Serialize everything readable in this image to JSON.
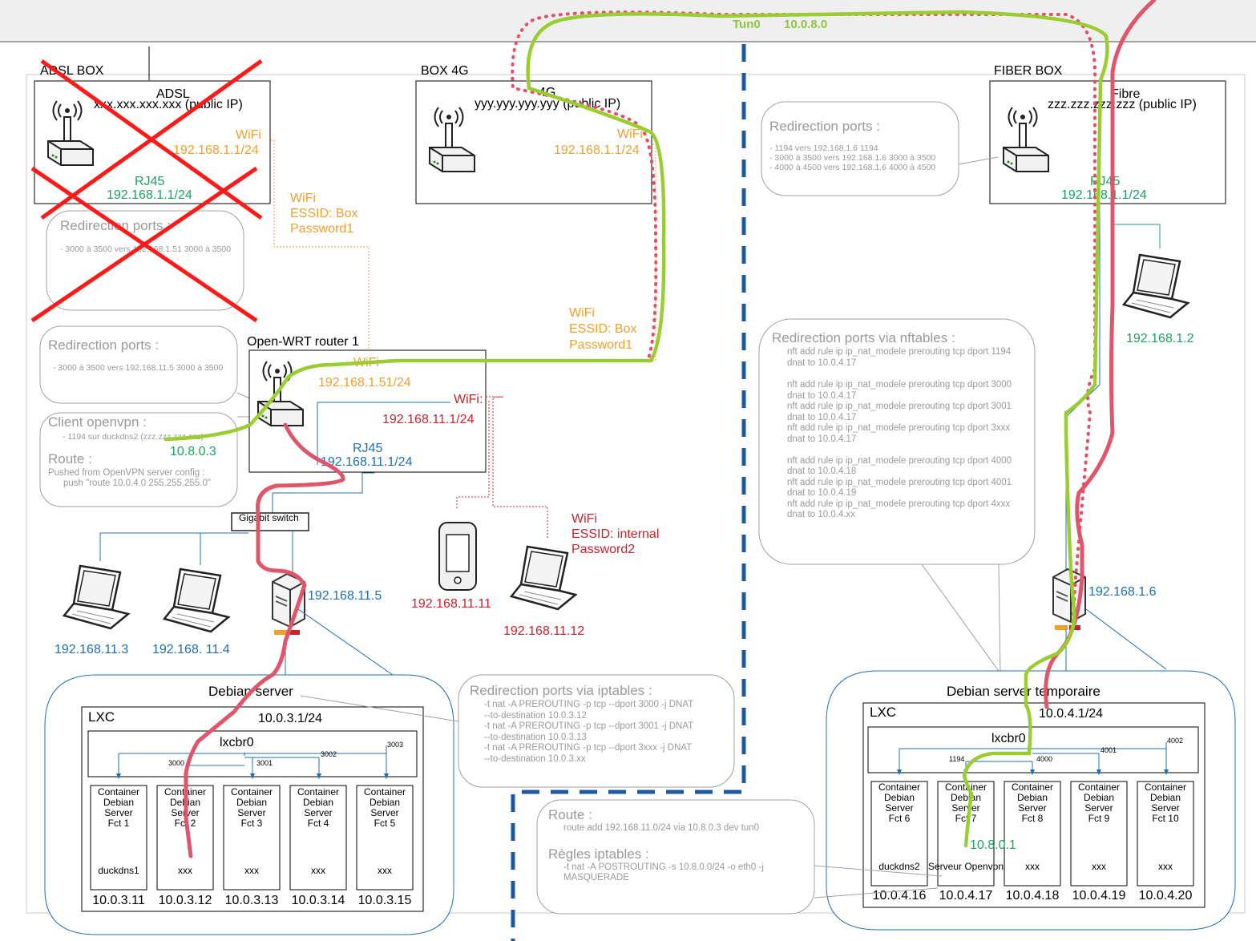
{
  "tunnel": {
    "name": "Tun0",
    "network": "10.0.8.0"
  },
  "adsl": {
    "section_label": "ADSL BOX",
    "title": "ADSL",
    "public_ip": "xxx.xxx.xxx.xxx (public IP)",
    "wifi_label": "WiFi",
    "wifi_ip": "192.168.1.1/24",
    "rj45_label": "RJ45",
    "rj45_ip": "192.168.1.1/24",
    "redirect_title": "Redirection ports :",
    "redirect_lines": [
      "- 3000 à 3500 vers 192.168.1.51 3000 à 3500"
    ],
    "wifi_ssid_lines": [
      "WiFi",
      "ESSID: Box",
      "Password1"
    ]
  },
  "box4g": {
    "section_label": "BOX 4G",
    "title": "4G",
    "public_ip": "yyy.yyy.yyy.yyy (public IP)",
    "wifi_label": "WiFi",
    "wifi_ip": "192.168.1.1/24",
    "wifi_ssid_lines": [
      "WiFi",
      "ESSID: Box",
      "Password1"
    ]
  },
  "fiber": {
    "section_label": "FIBER BOX",
    "title": "Fibre",
    "public_ip": "zzz.zzz.zzz.zzz (public IP)",
    "rj45_label": "RJ45",
    "rj45_ip": "192.168.1.1/24",
    "redirect_title": "Redirection ports :",
    "redirect_lines": [
      "- 1194 vers 192.168.1.6 1194",
      "- 3000 à 3500 vers 192.168.1.6 3000 à 3500",
      "- 4000 à 4500 vers 192.168.1.6 4000 à 4500"
    ],
    "laptop_ip": "192.168.1.2"
  },
  "router": {
    "title": "Open-WRT router 1",
    "wifi_label": "WiFi",
    "wifi_ip": "192.168.1.51/24",
    "wifi2_label": "WiFi:",
    "wifi2_ip": "192.168.11.1/24",
    "rj45_label": "RJ45",
    "rj45_ip": "192.168.11.1/24",
    "tun_ip": "10.8.0.3",
    "redirect_title": "Redirection ports :",
    "redirect_lines": [
      "- 3000 à 3500 vers 192.168.11.5 3000 à 3500"
    ],
    "openvpn_title": "Client openvpn :",
    "openvpn_lines": [
      "- 1194 sur duckdns2 (zzz.zzz.zzz.zzz)"
    ],
    "route_title": "Route :",
    "route_lines": [
      "Pushed from OpenVPN server config :",
      "push \"route 10.0.4.0 255.255.255.0\""
    ]
  },
  "lan": {
    "switch_label": "Gigabit switch",
    "laptop1_ip": "192.168.11.3",
    "laptop2_ip": "192.168. 11.4",
    "server_ip": "192.168.11.5",
    "phone_ip": "192.168.11.11",
    "laptop3_ip": "192.168.11.12",
    "internal_wifi_lines": [
      "WiFi",
      "ESSID: internal",
      "Password2"
    ]
  },
  "debian": {
    "title": "Debian server",
    "lxc_label": "LXC",
    "lxc_net": "10.0.3.1/24",
    "bridge": "lxcbr0",
    "ports": [
      "3000",
      "3001",
      "3002",
      "3003"
    ],
    "containers": [
      {
        "lines": [
          "Container",
          "Debian",
          "Server",
          "Fct 1"
        ],
        "app": "duckdns1",
        "ip": "10.0.3.11"
      },
      {
        "lines": [
          "Container",
          "Debian",
          "Server",
          "Fct 2"
        ],
        "app": "xxx",
        "ip": "10.0.3.12"
      },
      {
        "lines": [
          "Container",
          "Debian",
          "Server",
          "Fct 3"
        ],
        "app": "xxx",
        "ip": "10.0.3.13"
      },
      {
        "lines": [
          "Container",
          "Debian",
          "Server",
          "Fct 4"
        ],
        "app": "xxx",
        "ip": "10.0.3.14"
      },
      {
        "lines": [
          "Container",
          "Debian",
          "Server",
          "Fct 5"
        ],
        "app": "xxx",
        "ip": "10.0.3.15"
      }
    ],
    "iptables_title": "Redirection ports via iptables :",
    "iptables_lines": [
      "-t nat -A PREROUTING -p tcp --dport 3000 -j DNAT",
      "--to-destination 10.0.3.12",
      "-t nat -A PREROUTING -p tcp --dport 3001 -j DNAT",
      "--to-destination 10.0.3.13",
      "-t nat -A PREROUTING -p tcp --dport 3xxx -j DNAT",
      "--to-destination 10.0.3.xx"
    ]
  },
  "temp": {
    "title": "Debian server temporaire",
    "server_ip": "192.168.1.6",
    "lxc_label": "LXC",
    "lxc_net": "10.0.4.1/24",
    "bridge": "lxcbr0",
    "ports": [
      "1194",
      "4000",
      "4001",
      "4002"
    ],
    "tun_ip": "10.8.0.1",
    "containers": [
      {
        "lines": [
          "Container",
          "Debian",
          "Server",
          "Fct 6"
        ],
        "app": "duckdns2",
        "ip": "10.0.4.16"
      },
      {
        "lines": [
          "Container",
          "Debian",
          "Server",
          "Fct 7"
        ],
        "app": "Serveur Openvpn",
        "ip": "10.0.4.17"
      },
      {
        "lines": [
          "Container",
          "Debian",
          "Server",
          "Fct 8"
        ],
        "app": "xxx",
        "ip": "10.0.4.18"
      },
      {
        "lines": [
          "Container",
          "Debian",
          "Server",
          "Fct 9"
        ],
        "app": "xxx",
        "ip": "10.0.4.19"
      },
      {
        "lines": [
          "Container",
          "Debian",
          "Server",
          "Fct 10"
        ],
        "app": "xxx",
        "ip": "10.0.4.20"
      }
    ],
    "nft_title": "Redirection ports via nftables :",
    "nft_lines": [
      "nft add rule ip ip_nat_modele prerouting tcp dport 1194",
      "dnat to 10.0.4.17",
      "",
      "nft add rule ip ip_nat_modele prerouting tcp dport 3000",
      "dnat to 10.0.4.17",
      "nft add rule ip ip_nat_modele prerouting tcp dport 3001",
      "dnat to 10.0.4.17",
      "nft add rule ip ip_nat_modele prerouting tcp dport 3xxx",
      "dnat to 10.0.4.17",
      "",
      "nft add rule ip ip_nat_modele prerouting tcp dport 4000",
      "dnat to 10.0.4.18",
      "nft add rule ip ip_nat_modele prerouting tcp dport 4001",
      "dnat to 10.0.4.19",
      "nft add rule ip ip_nat_modele prerouting tcp dport 4xxx",
      "dnat to 10.0.4.xx"
    ],
    "route_title": "Route :",
    "route_lines": [
      "route add 192.168.11.0/24 via 10.8.0.3 dev tun0"
    ],
    "rules_title": "Règles iptables :",
    "rules_lines": [
      "-t nat -A POSTROUTING -s 10.8.0.0/24 -o eth0 -j",
      "MASQUERADE"
    ]
  }
}
